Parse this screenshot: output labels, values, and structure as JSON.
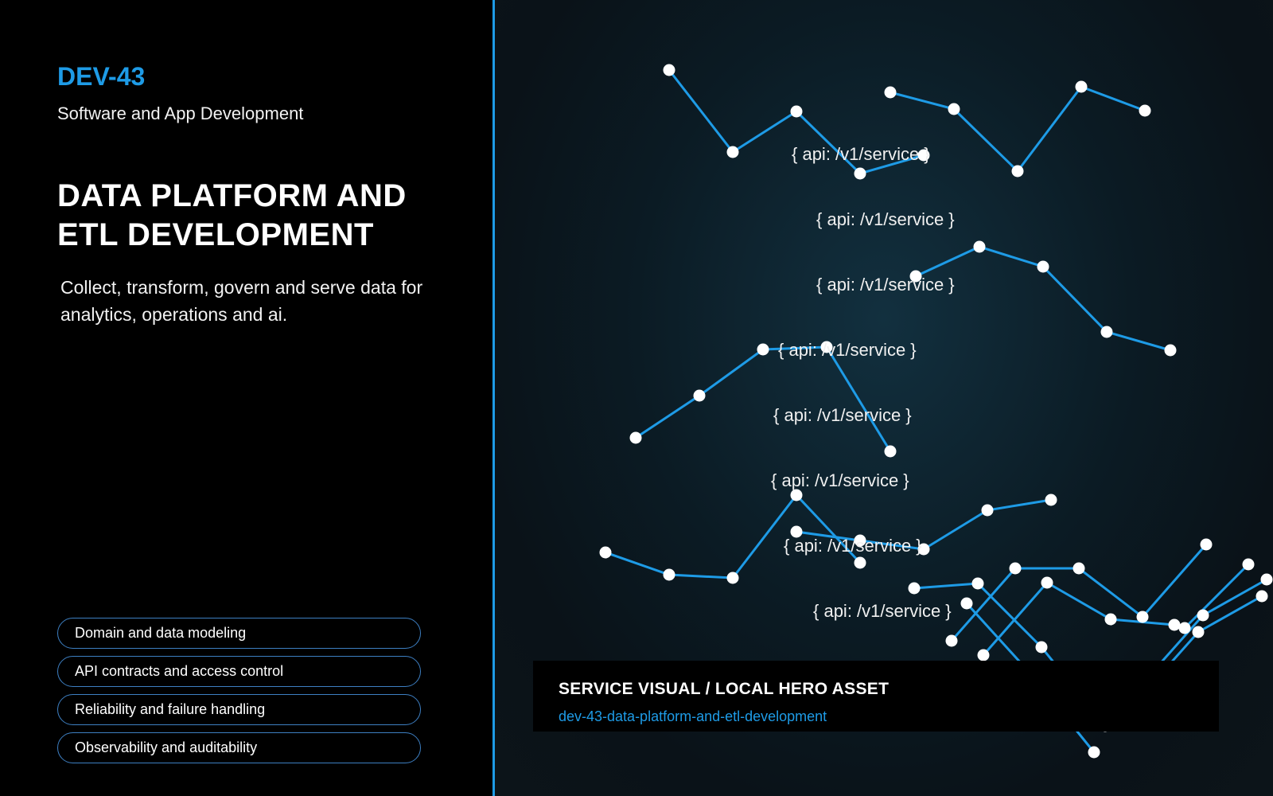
{
  "header": {
    "code": "DEV-43",
    "category": "Software and App Development"
  },
  "hero": {
    "title": "DATA PLATFORM AND ETL DEVELOPMENT",
    "description": "Collect, transform, govern and serve data for analytics, operations and ai."
  },
  "capabilities": [
    "Domain and data modeling",
    "API contracts and access control",
    "Reliability and failure handling",
    "Observability and auditability"
  ],
  "visual": {
    "api_labels": [
      "{ api: /v1/service }",
      "{ api: /v1/service }",
      "{ api: /v1/service }",
      "{ api: /v1/service }",
      "{ api: /v1/service }",
      "{ api: /v1/service }",
      "{ api: /v1/service }",
      "{ api: /v1/service }"
    ],
    "accent_color": "#1e9be6"
  },
  "caption": {
    "title": "SERVICE VISUAL  /  LOCAL HERO ASSET",
    "slug": "dev-43-data-platform-and-etl-development"
  }
}
